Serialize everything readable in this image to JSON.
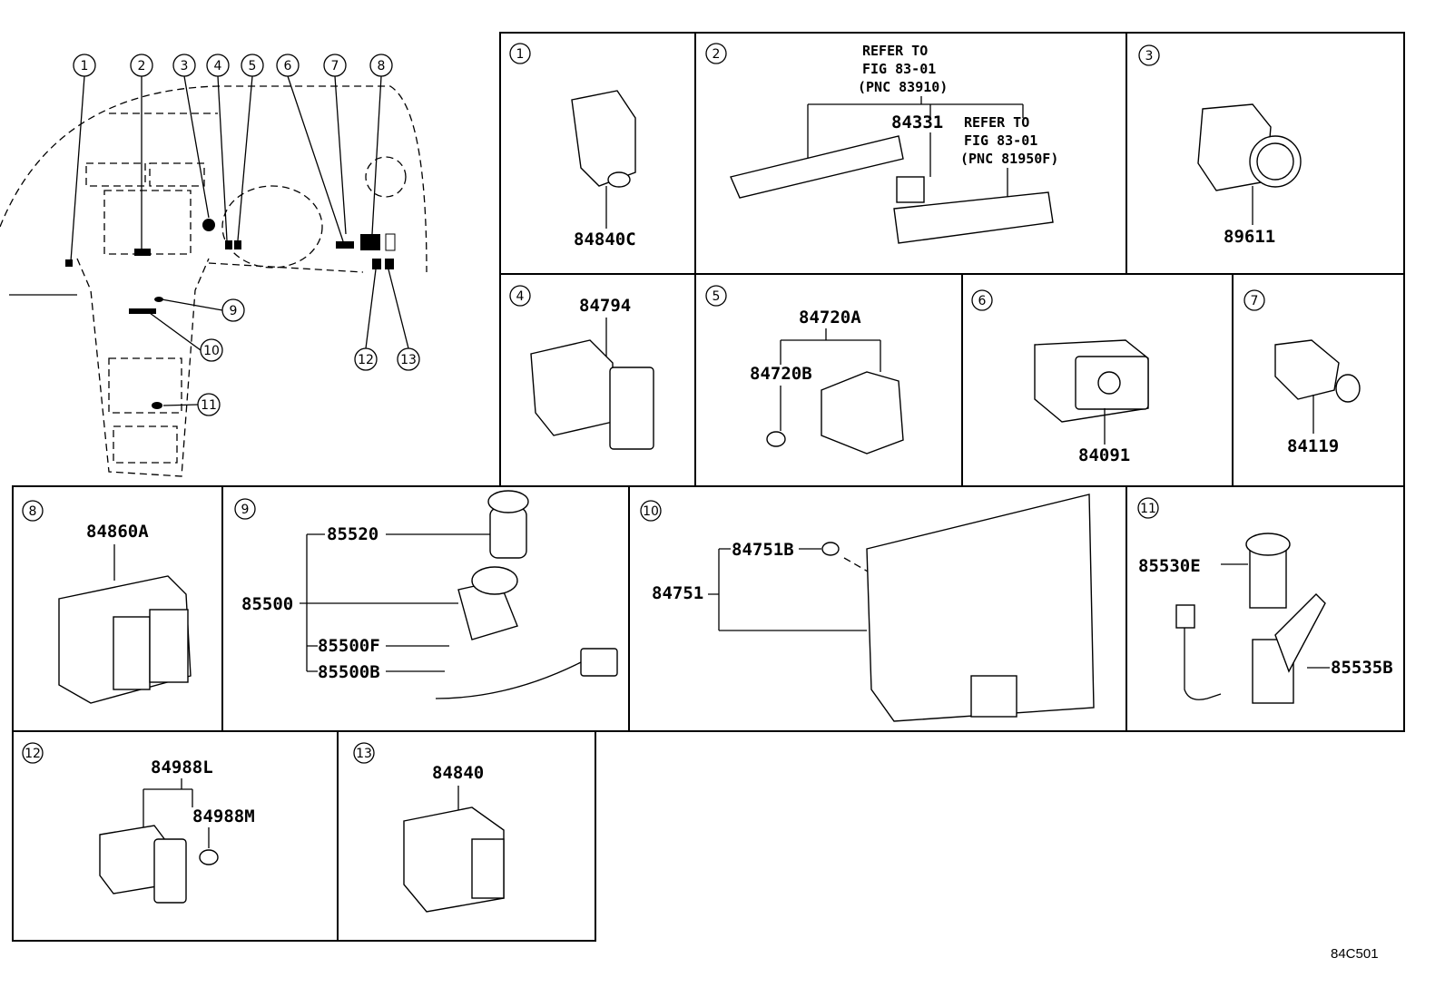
{
  "figure_code": "84C501",
  "overview_callouts": [
    "1",
    "2",
    "3",
    "4",
    "5",
    "6",
    "7",
    "8",
    "9",
    "10",
    "11",
    "12",
    "13"
  ],
  "panels": [
    {
      "index": "1",
      "parts": [
        "84840C"
      ]
    },
    {
      "index": "2",
      "parts": [
        "84331"
      ],
      "refs": [
        {
          "line1": "REFER TO",
          "line2": "FIG 83-01",
          "line3": "(PNC 83910)"
        },
        {
          "line1": "REFER TO",
          "line2": "FIG 83-01",
          "line3": "(PNC 81950F)"
        }
      ]
    },
    {
      "index": "3",
      "parts": [
        "89611"
      ]
    },
    {
      "index": "4",
      "parts": [
        "84794"
      ]
    },
    {
      "index": "5",
      "parts": [
        "84720A",
        "84720B"
      ]
    },
    {
      "index": "6",
      "parts": [
        "84091"
      ]
    },
    {
      "index": "7",
      "parts": [
        "84119"
      ]
    },
    {
      "index": "8",
      "parts": [
        "84860A"
      ]
    },
    {
      "index": "9",
      "parts": [
        "85520",
        "85500",
        "85500F",
        "85500B"
      ]
    },
    {
      "index": "10",
      "parts": [
        "84751B",
        "84751"
      ]
    },
    {
      "index": "11",
      "parts": [
        "85530E",
        "85535B"
      ]
    },
    {
      "index": "12",
      "parts": [
        "84988L",
        "84988M"
      ]
    },
    {
      "index": "13",
      "parts": [
        "84840"
      ]
    }
  ]
}
